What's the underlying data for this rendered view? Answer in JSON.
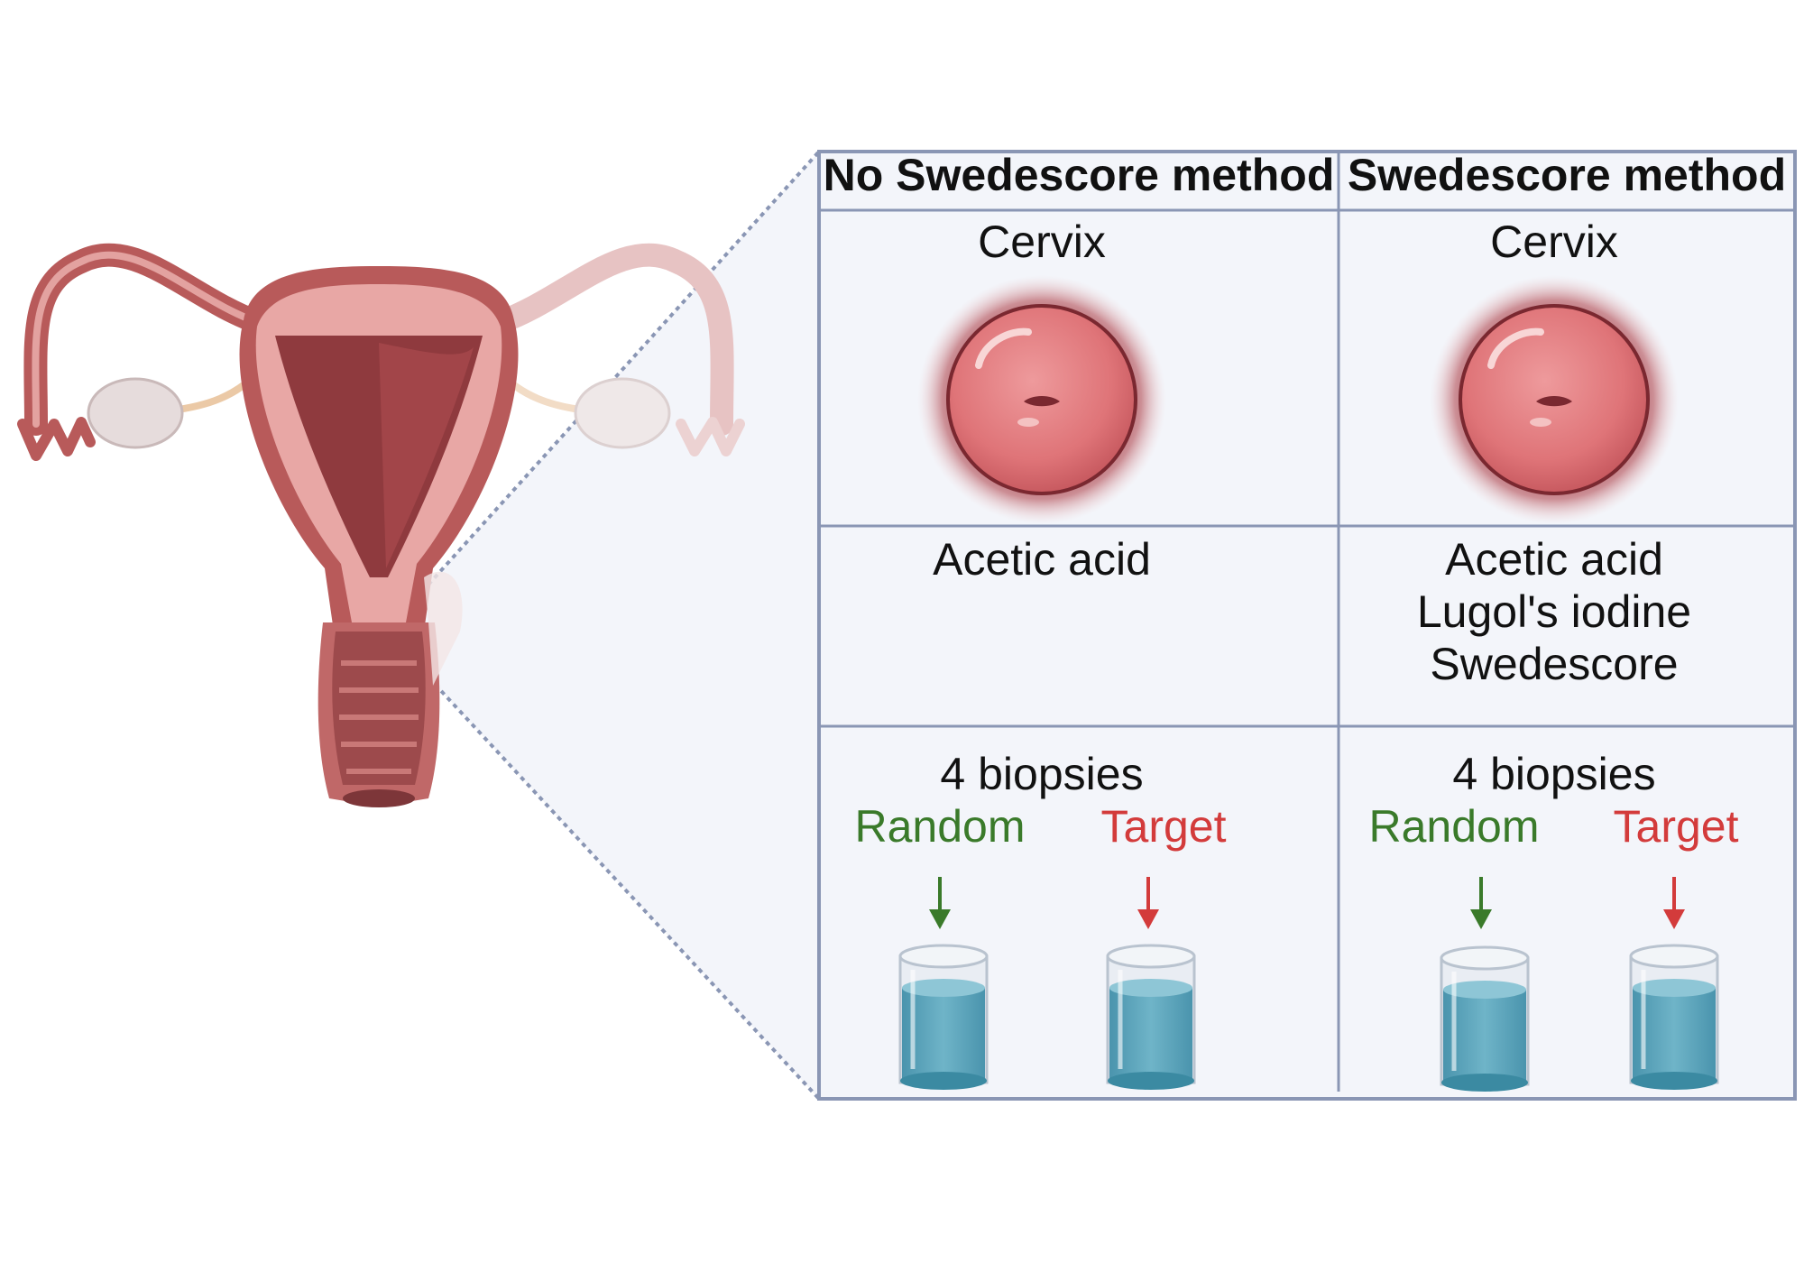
{
  "columns": [
    {
      "heading": "No Swedescore method",
      "organ_label": "Cervix",
      "methods": [
        "Acetic acid"
      ],
      "biopsy_count": "4 biopsies",
      "random_label": "Random",
      "target_label": "Target"
    },
    {
      "heading": "Swedescore method",
      "organ_label": "Cervix",
      "methods": [
        "Acetic acid",
        "Lugol's iodine",
        "Swedescore"
      ],
      "biopsy_count": "4 biopsies",
      "random_label": "Random",
      "target_label": "Target"
    }
  ],
  "colors": {
    "random_arrow": "#3a7a2a",
    "target_arrow": "#d33b3b",
    "table_border": "#8a96b4",
    "table_fill": "#f3f5fa",
    "tissue": "#b85a5a",
    "liquid": "#5aa6be"
  }
}
